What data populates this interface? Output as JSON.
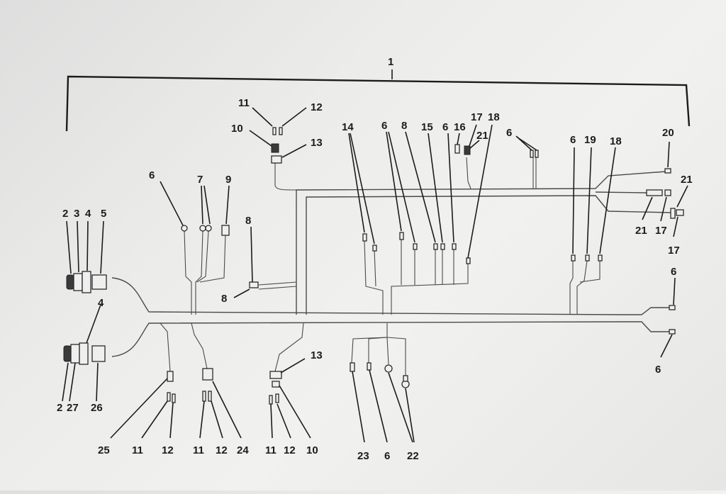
{
  "diagram": {
    "assembly_label": "1",
    "callouts": [
      {
        "id": "c-1a",
        "text": "11"
      },
      {
        "id": "c-1b",
        "text": "12"
      },
      {
        "id": "c-1c",
        "text": "10"
      },
      {
        "id": "c-1d",
        "text": "13"
      },
      {
        "id": "c-2a",
        "text": "6"
      },
      {
        "id": "c-2b",
        "text": "7"
      },
      {
        "id": "c-2c",
        "text": "9"
      },
      {
        "id": "c-2d",
        "text": "8"
      },
      {
        "id": "c-2e",
        "text": "8"
      },
      {
        "id": "c-3a",
        "text": "2"
      },
      {
        "id": "c-3b",
        "text": "3"
      },
      {
        "id": "c-3c",
        "text": "4"
      },
      {
        "id": "c-3d",
        "text": "5"
      },
      {
        "id": "c-4a",
        "text": "4"
      },
      {
        "id": "c-4b",
        "text": "2"
      },
      {
        "id": "c-4c",
        "text": "27"
      },
      {
        "id": "c-4d",
        "text": "26"
      },
      {
        "id": "c-5a",
        "text": "14"
      },
      {
        "id": "c-5b",
        "text": "6"
      },
      {
        "id": "c-5c",
        "text": "8"
      },
      {
        "id": "c-5d",
        "text": "15"
      },
      {
        "id": "c-5e",
        "text": "6"
      },
      {
        "id": "c-5f",
        "text": "16"
      },
      {
        "id": "c-5g",
        "text": "17"
      },
      {
        "id": "c-5h",
        "text": "18"
      },
      {
        "id": "c-5i",
        "text": "21"
      },
      {
        "id": "c-5j",
        "text": "6"
      },
      {
        "id": "c-6a",
        "text": "6"
      },
      {
        "id": "c-6b",
        "text": "19"
      },
      {
        "id": "c-6c",
        "text": "18"
      },
      {
        "id": "c-6d",
        "text": "20"
      },
      {
        "id": "c-6e",
        "text": "21"
      },
      {
        "id": "c-6f",
        "text": "21"
      },
      {
        "id": "c-6g",
        "text": "17"
      },
      {
        "id": "c-6h",
        "text": "17"
      },
      {
        "id": "c-6i",
        "text": "6"
      },
      {
        "id": "c-6j",
        "text": "6"
      },
      {
        "id": "c-7a",
        "text": "25"
      },
      {
        "id": "c-7b",
        "text": "11"
      },
      {
        "id": "c-7c",
        "text": "12"
      },
      {
        "id": "c-7d",
        "text": "11"
      },
      {
        "id": "c-7e",
        "text": "12"
      },
      {
        "id": "c-7f",
        "text": "24"
      },
      {
        "id": "c-8a",
        "text": "13"
      },
      {
        "id": "c-8b",
        "text": "11"
      },
      {
        "id": "c-8c",
        "text": "12"
      },
      {
        "id": "c-8d",
        "text": "10"
      },
      {
        "id": "c-9a",
        "text": "23"
      },
      {
        "id": "c-9b",
        "text": "6"
      },
      {
        "id": "c-9c",
        "text": "22"
      }
    ]
  }
}
